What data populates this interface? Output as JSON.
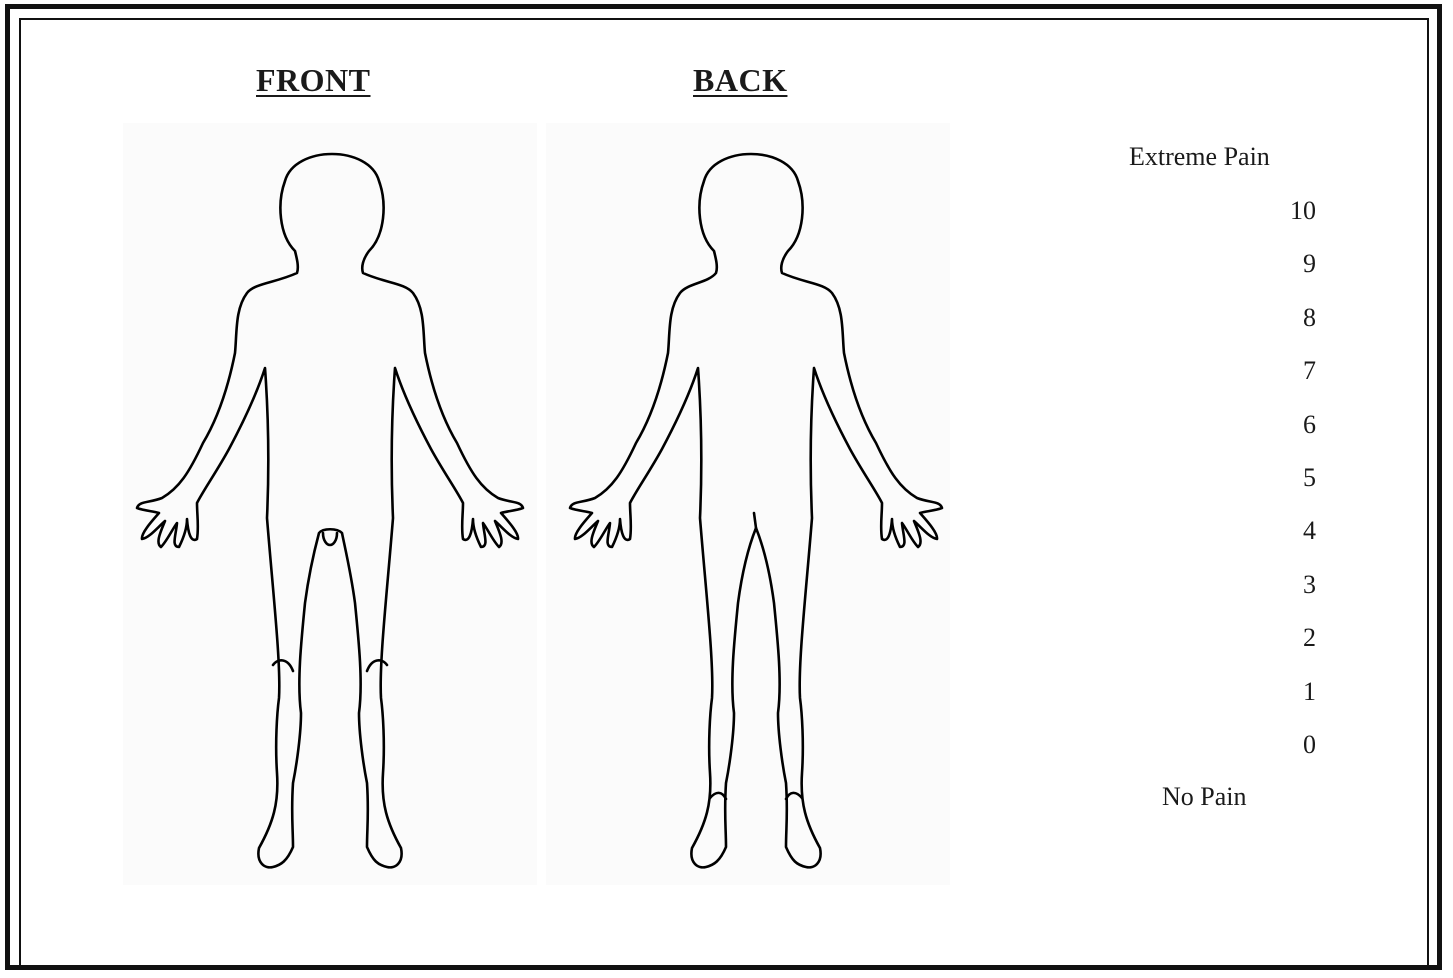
{
  "views": {
    "front_label": "FRONT",
    "back_label": "BACK"
  },
  "scale": {
    "top_label": "Extreme Pain",
    "bottom_label": "No Pain",
    "levels": [
      "10",
      "9",
      "8",
      "7",
      "6",
      "5",
      "4",
      "3",
      "2",
      "1",
      "0"
    ]
  },
  "icons": {
    "front_figure": "human-body-front-outline-icon",
    "back_figure": "human-body-back-outline-icon"
  },
  "colors": {
    "border": "#111111",
    "outline": "#000000",
    "text": "#1a1a1a"
  }
}
